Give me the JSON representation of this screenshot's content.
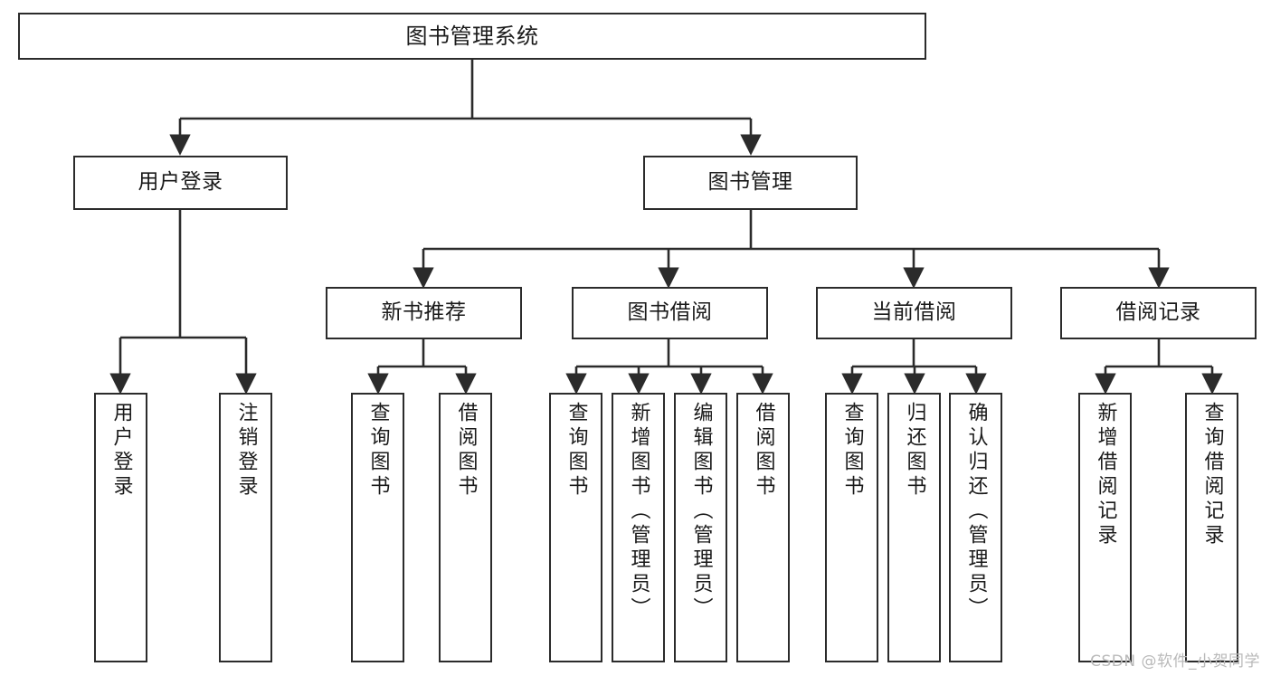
{
  "diagram": {
    "title": "图书管理系统",
    "watermark": "CSDN @软件_小贺同学",
    "colors": {
      "stroke": "#2b2b2b",
      "fill": "#ffffff",
      "text": "#1a1a1a",
      "watermark": "#b9b9b9"
    },
    "nodes": {
      "root": "图书管理系统",
      "level2": [
        "用户登录",
        "图书管理"
      ],
      "level3": [
        "新书推荐",
        "图书借阅",
        "当前借阅",
        "借阅记录"
      ],
      "leaves": [
        "用户登录",
        "注销登录",
        "查询图书",
        "借阅图书",
        "查询图书",
        "新增图书（管理员）",
        "编辑图书（管理员）",
        "借阅图书",
        "查询图书",
        "归还图书",
        "确认归还（管理员）",
        "新增借阅记录",
        "查询借阅记录"
      ]
    }
  }
}
